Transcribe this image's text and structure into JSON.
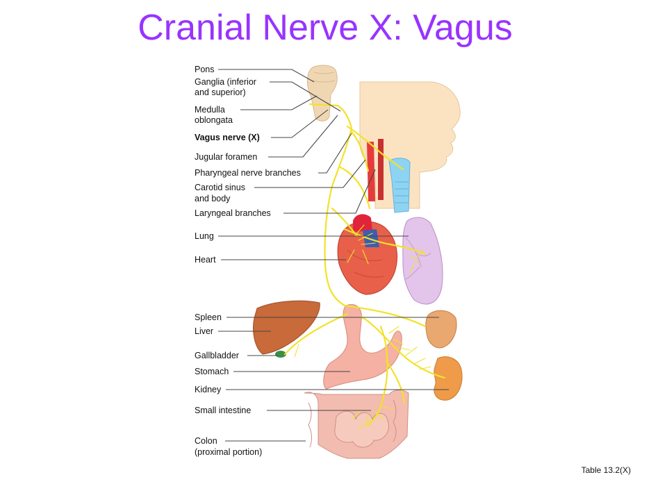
{
  "slide": {
    "title": "Cranial Nerve X: Vagus",
    "source": "Table 13.2(X)"
  },
  "figure": {
    "labels": [
      {
        "id": "pons",
        "text": "Pons"
      },
      {
        "id": "ganglia-1",
        "text": "Ganglia (inferior"
      },
      {
        "id": "ganglia-2",
        "text": "and superior)"
      },
      {
        "id": "medulla-1",
        "text": "Medulla"
      },
      {
        "id": "medulla-2",
        "text": "oblongata"
      },
      {
        "id": "vagus",
        "text": "Vagus nerve (X)"
      },
      {
        "id": "jugular",
        "text": "Jugular foramen"
      },
      {
        "id": "pharyngeal",
        "text": "Pharyngeal nerve branches"
      },
      {
        "id": "carotid-1",
        "text": "Carotid sinus"
      },
      {
        "id": "carotid-2",
        "text": "and body"
      },
      {
        "id": "laryngeal",
        "text": "Laryngeal branches"
      },
      {
        "id": "lung",
        "text": "Lung"
      },
      {
        "id": "heart",
        "text": "Heart"
      },
      {
        "id": "spleen",
        "text": "Spleen"
      },
      {
        "id": "liver",
        "text": "Liver"
      },
      {
        "id": "gallbladder",
        "text": "Gallbladder"
      },
      {
        "id": "stomach",
        "text": "Stomach"
      },
      {
        "id": "kidney",
        "text": "Kidney"
      },
      {
        "id": "small-intestine",
        "text": "Small intestine"
      },
      {
        "id": "colon-1",
        "text": "Colon"
      },
      {
        "id": "colon-2",
        "text": "(proximal portion)"
      }
    ],
    "colors": {
      "title": "#9933ff",
      "nerve": "#f2e22a",
      "leader": "#444444",
      "brainstem": "#f0d7b4",
      "head": "#fbe3c2",
      "artery": "#e63b3b",
      "trachea": "#8fd3f2",
      "heart": "#e8604a",
      "lung": "#e3c4ea",
      "liver": "#c96a3a",
      "spleen": "#e8a870",
      "kidney": "#ef9b4a",
      "stomach": "#f4b1a4",
      "intestine": "#f3bcb0"
    }
  }
}
